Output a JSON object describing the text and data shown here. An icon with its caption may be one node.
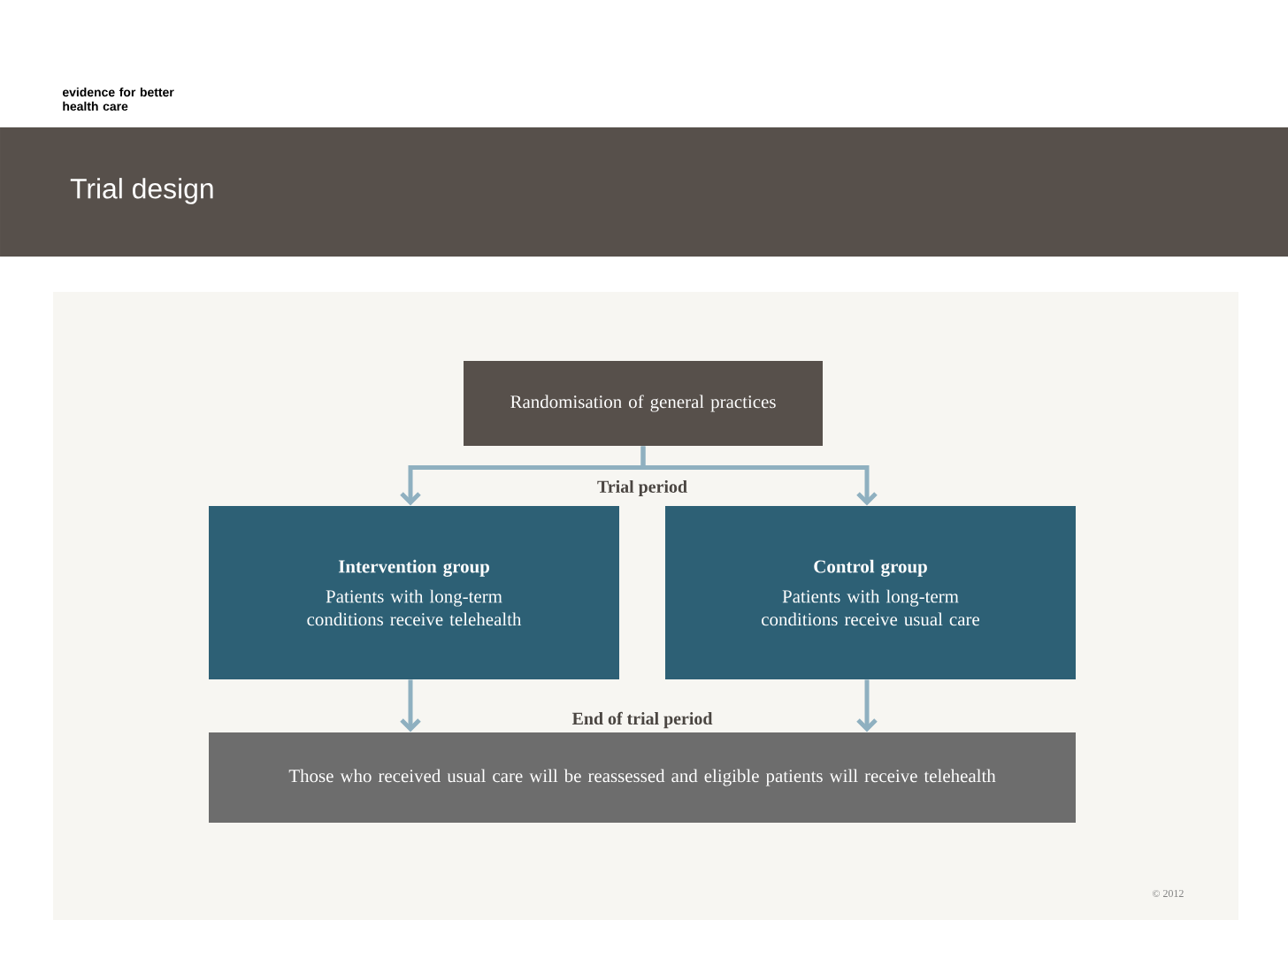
{
  "diagram": {
    "title": "Trial design",
    "nodes": [
      {
        "text": [
          "Randomisation of general practices"
        ]
      },
      {
        "text": [
          "Intervention group",
          "Patients with long-term conditions receive telehealth"
        ]
      },
      {
        "text": [
          "Control group",
          "Patients with long-term conditions receive usual care"
        ]
      },
      {
        "text": [
          "Those who received usual care will be reassessed and eligible patients will receive telehealth"
        ]
      }
    ],
    "edges": [
      {
        "from": 0,
        "to": 1,
        "arrow": "to"
      },
      {
        "from": 0,
        "to": 2,
        "arrow": "to"
      },
      {
        "from": 1,
        "to": 3,
        "arrow": "to"
      },
      {
        "from": 2,
        "to": 3,
        "arrow": "to"
      }
    ],
    "labels": [
      "evidence for better health care",
      "Trial period",
      "End of trial period",
      "© 2012"
    ]
  }
}
